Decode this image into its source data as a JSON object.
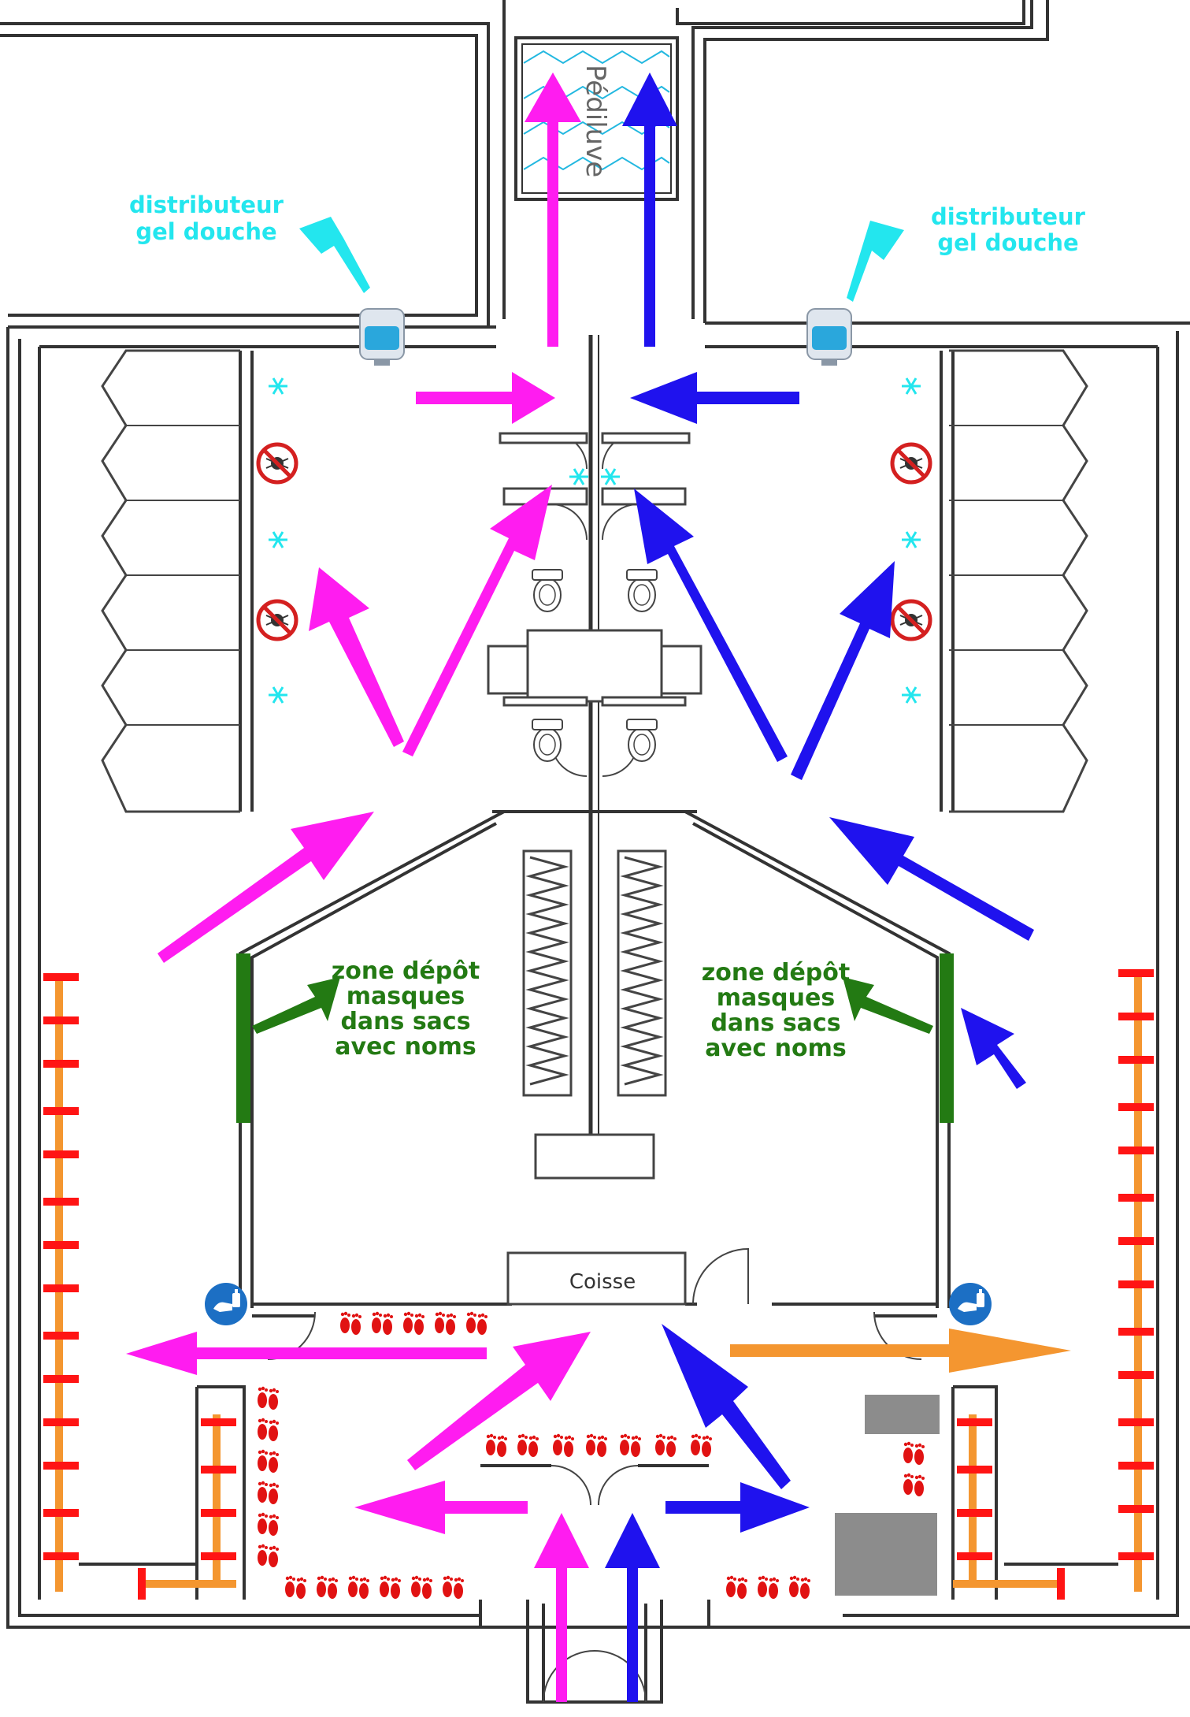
{
  "labels": {
    "pediluve": "Pédiluve",
    "caisse": "Coisse",
    "gel_left_line1": "distributeur",
    "gel_left_line2": "gel douche",
    "gel_right_line1": "distributeur",
    "gel_right_line2": "gel douche",
    "zone_left": [
      "zone dépôt",
      "masques",
      "dans sacs",
      "avec noms"
    ],
    "zone_right": [
      "zone dépôt",
      "masques",
      "dans sacs",
      "avec noms"
    ]
  },
  "colors": {
    "magenta": "#ff1cf0",
    "blue": "#1f12ee",
    "cyan": "#23e6ee",
    "green": "#237a13",
    "orange": "#f49630",
    "red": "#ff1414",
    "gray": "#8c8c8c",
    "wall": "#333333"
  },
  "icons": {
    "gel_dispenser": "soap-dispenser-icon",
    "no_spray": "no-spray-icon",
    "sanitize": "hand-sanitizer-icon",
    "footprints": "footprints-icon",
    "snowflake": "snowflake-icon"
  }
}
